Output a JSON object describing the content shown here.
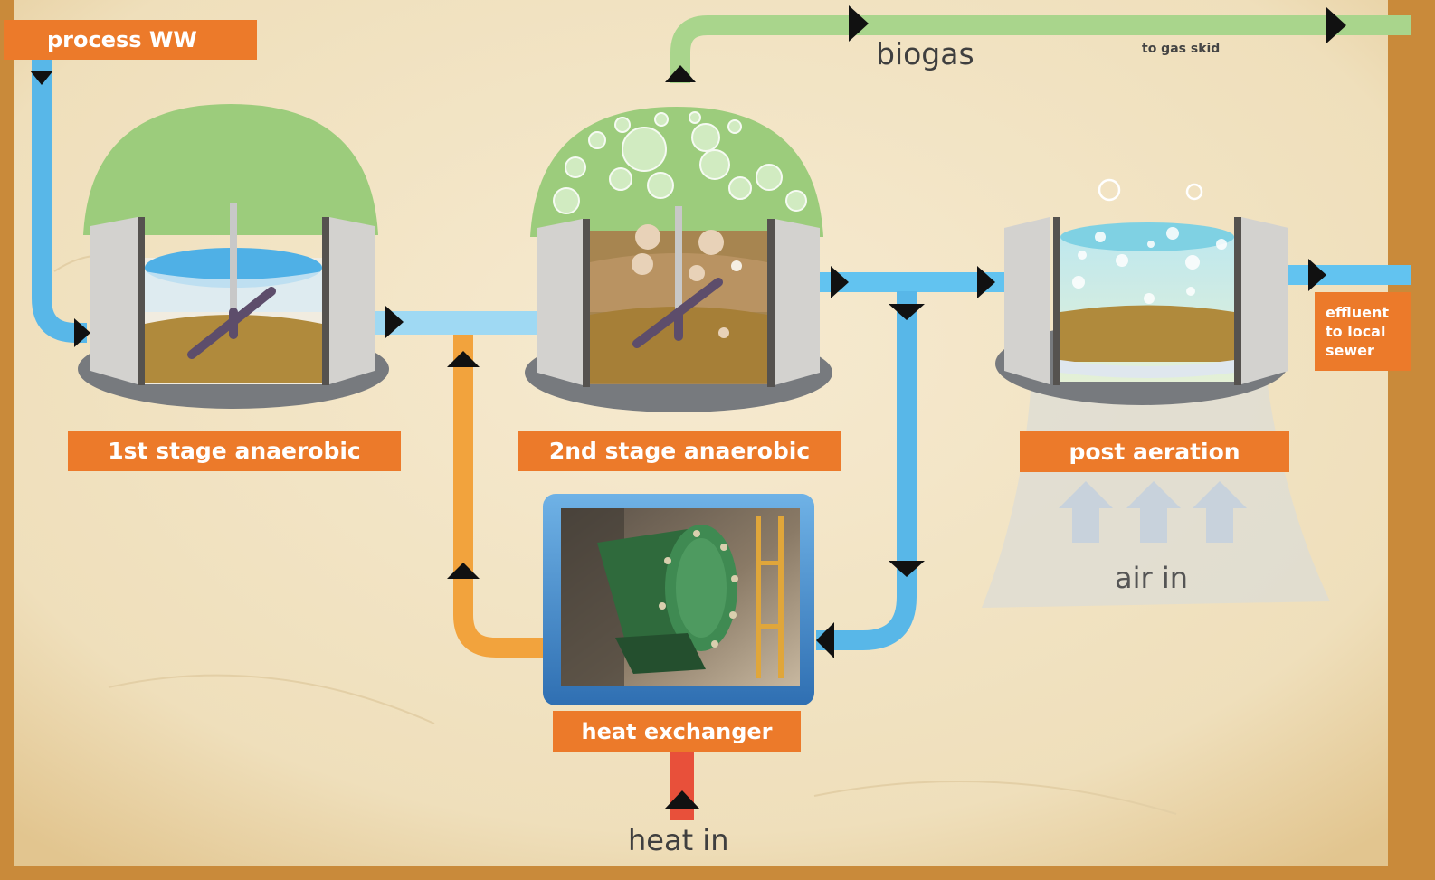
{
  "labels": {
    "process_ww": "process WW",
    "biogas": "biogas",
    "to_gas_skid": "to gas skid",
    "stage1": "1st stage anaerobic",
    "stage2": "2nd stage anaerobic",
    "post_aeration": "post aeration",
    "effluent": "effluent to local sewer",
    "heat_exchanger": "heat exchanger",
    "air_in": "air in",
    "heat_in": "heat in"
  },
  "colors": {
    "label_orange": "#ec7a2a",
    "water_blue": "#58b7e8",
    "biogas_green": "#a9d58c",
    "warm_pipe_orange": "#f2a33d",
    "heat_red": "#e8503a",
    "dome_green": "#9ccc7c",
    "sludge_brown": "#b08a3c",
    "paper_background": "#f2e3c2",
    "frame_brown": "#c98a3a"
  }
}
